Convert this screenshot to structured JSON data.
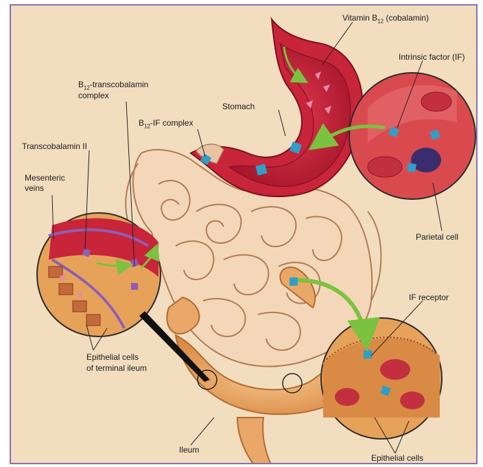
{
  "labels": {
    "vitamin_b12_pre": "Vitamin B",
    "vitamin_b12_sub": "12",
    "vitamin_b12_post": " (cobalamin)",
    "intrinsic_factor": "Intrinsic factor (IF)",
    "b12_tc_pre": "B",
    "b12_tc_sub": "12",
    "b12_tc_post": "-transcobalamin",
    "b12_tc_line2": "complex",
    "stomach": "Stomach",
    "b12_if_pre": "B",
    "b12_if_sub": "12",
    "b12_if_post": "-IF complex",
    "transcobalamin_ii": "Transcobalamin II",
    "mesenteric_line1": "Mesenteric",
    "mesenteric_line2": "veins",
    "parietal_cell": "Parietal cell",
    "if_receptor": "IF receptor",
    "epithelial_terminal_line1": "Epithelial cells",
    "epithelial_terminal_line2": "of terminal ileum",
    "ileum": "Ileum",
    "epithelial_cells": "Epithelial cells"
  },
  "colors": {
    "background": "#f2ddbf",
    "frame_border": "#8a6fb0",
    "stomach_wall": "#c8243a",
    "intestine_fill": "#f3d7b8",
    "intestine_outline": "#b07a55",
    "ileum_fill": "#e9a86a",
    "arrow_green": "#7cc241",
    "complex_blue": "#2f9fc8",
    "b12_pink": "#e58aa6",
    "vein_purple": "#8e5fb5"
  }
}
